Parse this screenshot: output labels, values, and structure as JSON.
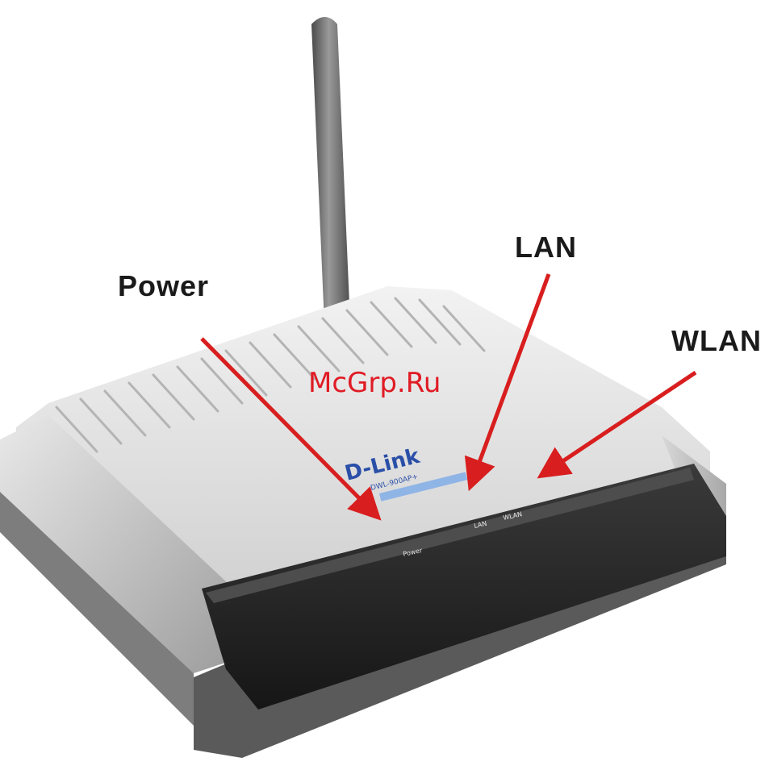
{
  "callouts": {
    "power": "Power",
    "lan": "LAN",
    "wlan": "WLAN"
  },
  "watermark": "McGrp.Ru",
  "device": {
    "brand": "D-Link",
    "model": "DWL-900AP+",
    "led_labels": {
      "power": "Power",
      "lan": "LAN",
      "wlan": "WLAN"
    }
  },
  "colors": {
    "arrow": "#d81e1e",
    "body_silver": "#dcdcdc",
    "front_panel": "#2b2b2b",
    "brand_blue": "#2a4fa8",
    "antenna": "#6e6e6e"
  },
  "icons": [
    "antenna",
    "arrow"
  ]
}
